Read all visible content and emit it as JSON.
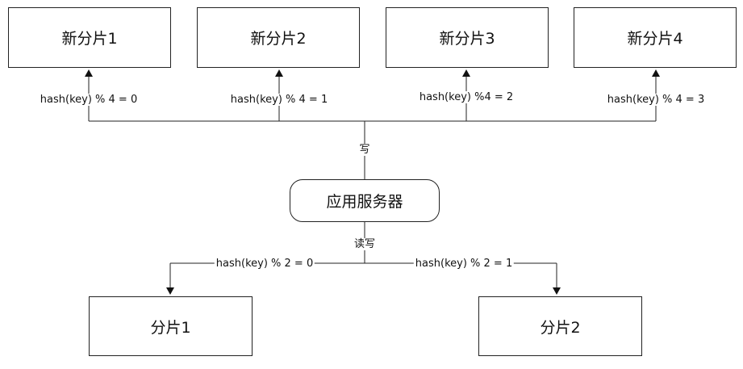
{
  "nodes": {
    "new_shard_1": "新分片1",
    "new_shard_2": "新分片2",
    "new_shard_3": "新分片3",
    "new_shard_4": "新分片4",
    "app_server": "应用服务器",
    "shard_1": "分片1",
    "shard_2": "分片2"
  },
  "edges": {
    "hash4_0": "hash(key) % 4 = 0",
    "hash4_1": "hash(key) % 4 = 1",
    "hash4_2": "hash(key) %4 = 2",
    "hash4_3": "hash(key) % 4 = 3",
    "write": "写",
    "read_write": "读写",
    "hash2_0": "hash(key) % 2 = 0",
    "hash2_1": "hash(key) % 2 = 1"
  }
}
